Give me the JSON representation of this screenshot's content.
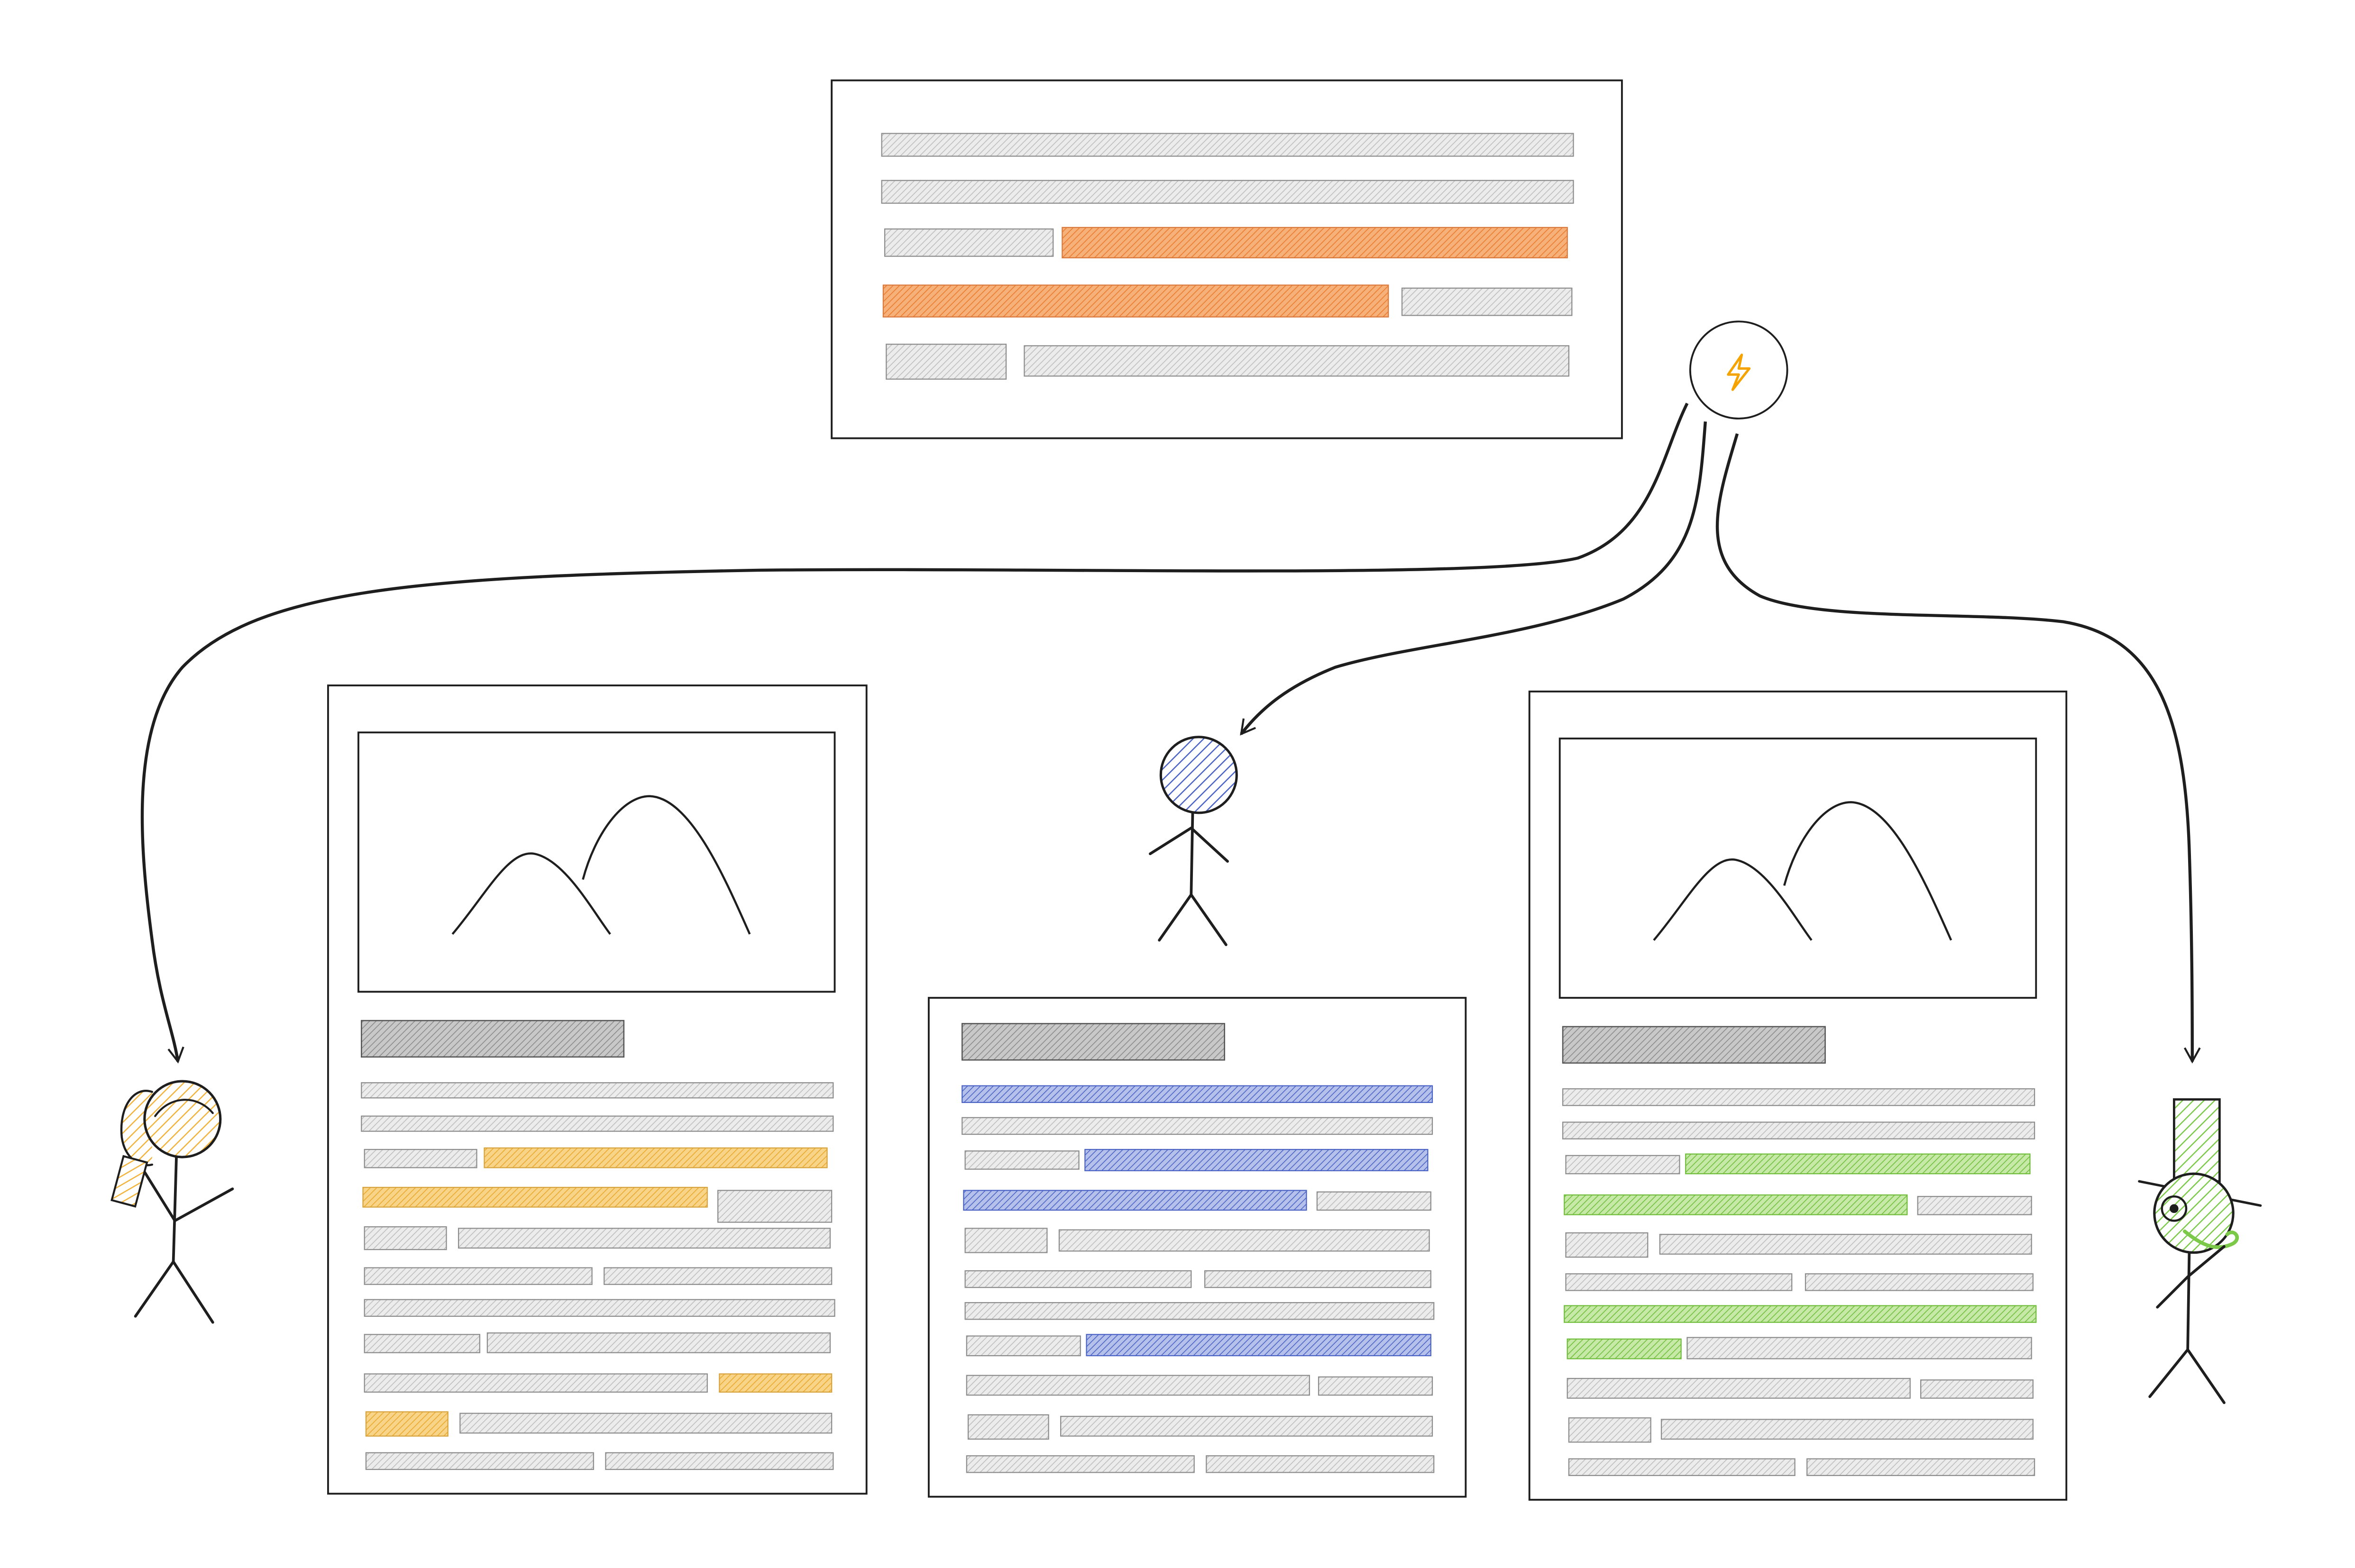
{
  "diagram": {
    "hub_icon": "lightning-bolt-icon",
    "colors": {
      "ink": "#1e1e1e",
      "placeholder": "#c9c9c9",
      "placeholder_dark": "#8c8c8c",
      "source_highlight": "#f08c3a",
      "hub_bolt": "#f5a300",
      "persona_yellow": "#f2b33d",
      "persona_blue": "#4a63c4",
      "persona_green": "#7cc94a"
    },
    "personas": [
      {
        "id": "persona-yellow",
        "icon": "woman-with-phone-icon",
        "color": "#f2b33d"
      },
      {
        "id": "persona-blue",
        "icon": "person-icon",
        "color": "#4a63c4"
      },
      {
        "id": "persona-green",
        "icon": "man-with-top-hat-icon",
        "color": "#7cc94a"
      }
    ],
    "documents": [
      {
        "id": "document-yellow",
        "has_image": true,
        "accent": "#f2b33d"
      },
      {
        "id": "document-blue",
        "has_image": false,
        "accent": "#4a63c4"
      },
      {
        "id": "document-green",
        "has_image": true,
        "accent": "#7cc94a"
      }
    ]
  }
}
